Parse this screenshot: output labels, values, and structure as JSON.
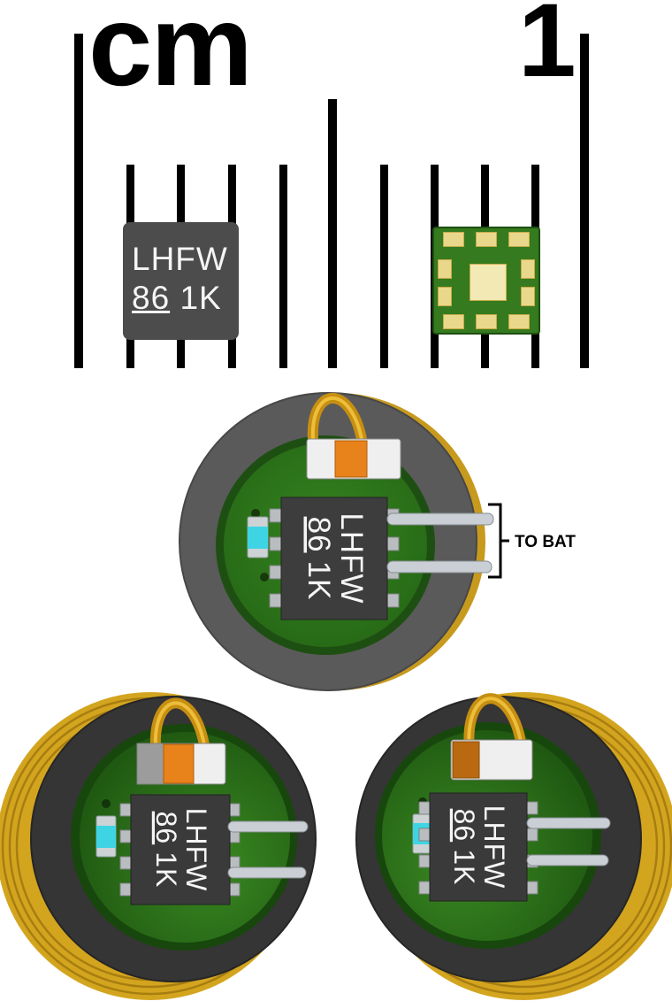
{
  "ruler": {
    "unit_label": "cm",
    "mark_label": "1"
  },
  "chip_marking": {
    "line1": "LHFW",
    "line2_num": "86",
    "line2_suffix": "1K"
  },
  "annotations": {
    "battery": "TO BAT"
  },
  "colors": {
    "pcb_green": "#2e7a1d",
    "coil_gold": "#d3a51f",
    "chip_gray": "#4c4c4c",
    "smd_orange": "#e8821a",
    "smd_cyan": "#3fd4e4",
    "pin_silver": "#c9cfd4",
    "pad_gold": "#e9d88b"
  }
}
